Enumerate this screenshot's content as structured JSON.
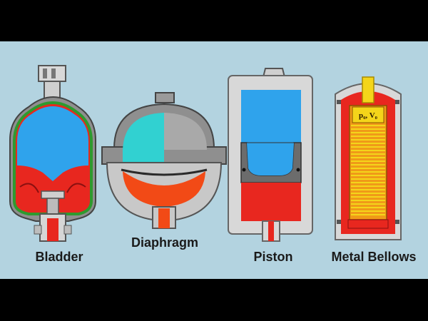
{
  "labels": {
    "bladder": "Bladder",
    "diaphragm": "Diaphragm",
    "piston": "Piston",
    "metal_bellows": "Metal Bellows",
    "bellows_inner": "p₀, V₀"
  },
  "colors": {
    "background_panel": "#b3d3e0",
    "frame": "#000000",
    "gas": "#2fa3ec",
    "gas_cyan": "#31d1d1",
    "fluid": "#e8271f",
    "shell": "#7c7c7c",
    "shell_light": "#cfcfcf",
    "bladder_green": "#2e9a2e",
    "bellows_yellow": "#f4d51a",
    "bellows_orange": "#f09a18"
  }
}
